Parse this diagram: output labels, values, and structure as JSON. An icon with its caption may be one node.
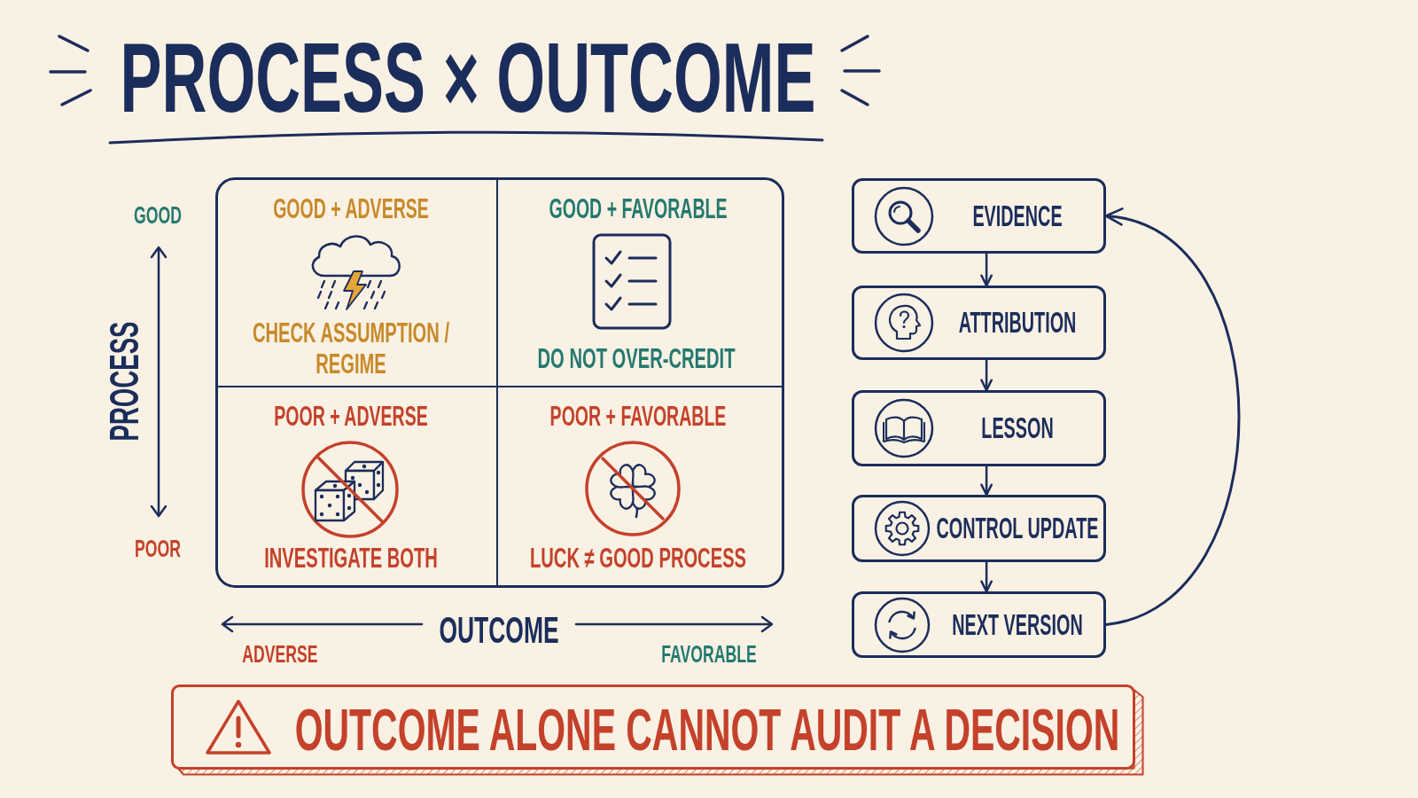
{
  "diagram": {
    "title": "PROCESS × OUTCOME",
    "nodes": [
      {
        "text": [],
        "shape": "box"
      },
      {
        "text": [
          "GOOD + ADVERSE",
          "CHECK ASSUMPTION / REGIME"
        ],
        "in": 0
      },
      {
        "text": [
          "GOOD + FAVORABLE",
          "DO NOT OVER-CREDIT"
        ],
        "in": 0
      },
      {
        "text": [
          "POOR + ADVERSE",
          "INVESTIGATE BOTH"
        ],
        "in": 0
      },
      {
        "text": [
          "POOR + FAVORABLE",
          "LUCK ≠ GOOD PROCESS"
        ],
        "in": 0
      },
      {
        "text": [
          "EVIDENCE"
        ]
      },
      {
        "text": [
          "ATTRIBUTION"
        ]
      },
      {
        "text": [
          "LESSON"
        ]
      },
      {
        "text": [
          "CONTROL UPDATE"
        ]
      },
      {
        "text": [
          "NEXT VERSION"
        ]
      },
      {
        "text": [
          "OUTCOME ALONE CANNOT AUDIT A DECISION"
        ]
      }
    ],
    "edges": [
      {
        "from": 5,
        "to": 6,
        "arrow": "to"
      },
      {
        "from": 6,
        "to": 7,
        "arrow": "to"
      },
      {
        "from": 7,
        "to": 8,
        "arrow": "to"
      },
      {
        "from": 8,
        "to": 9,
        "arrow": "to"
      },
      {
        "from": 9,
        "to": 5,
        "arrow": "to"
      }
    ],
    "labels": [
      "GOOD",
      "PROCESS",
      "POOR",
      "OUTCOME",
      "ADVERSE",
      "FAVORABLE"
    ]
  }
}
